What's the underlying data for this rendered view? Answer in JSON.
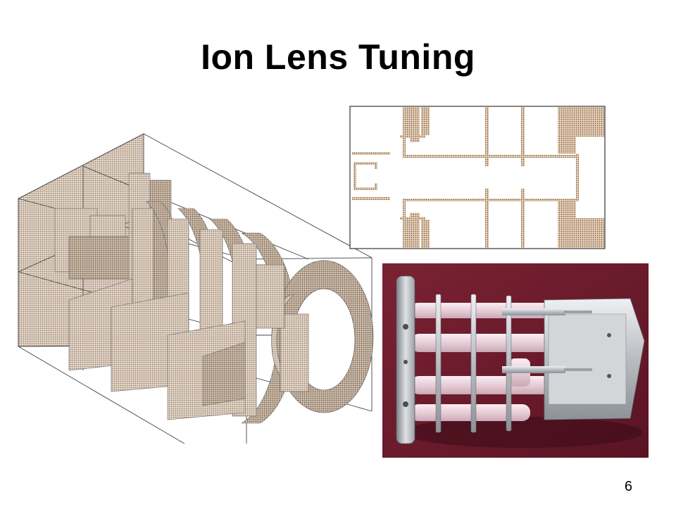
{
  "slide": {
    "title": "Ion Lens Tuning",
    "page_number": "6"
  },
  "colors": {
    "background": "#ffffff",
    "title": "#000000",
    "electrode_fill": "#d8cbbd",
    "electrode_dot": "#8a6b52",
    "cross_section_dot": "#8b5a2b",
    "photo_background": "#6e1a2c",
    "metal": "#c9ccd0",
    "ceramic": "#e7cfd8"
  },
  "figures": {
    "iso_view": "simulated ion lens 3D geometry",
    "cross_section": "ion lens electrode cross-section",
    "photo": "ion lens assembly photograph"
  }
}
